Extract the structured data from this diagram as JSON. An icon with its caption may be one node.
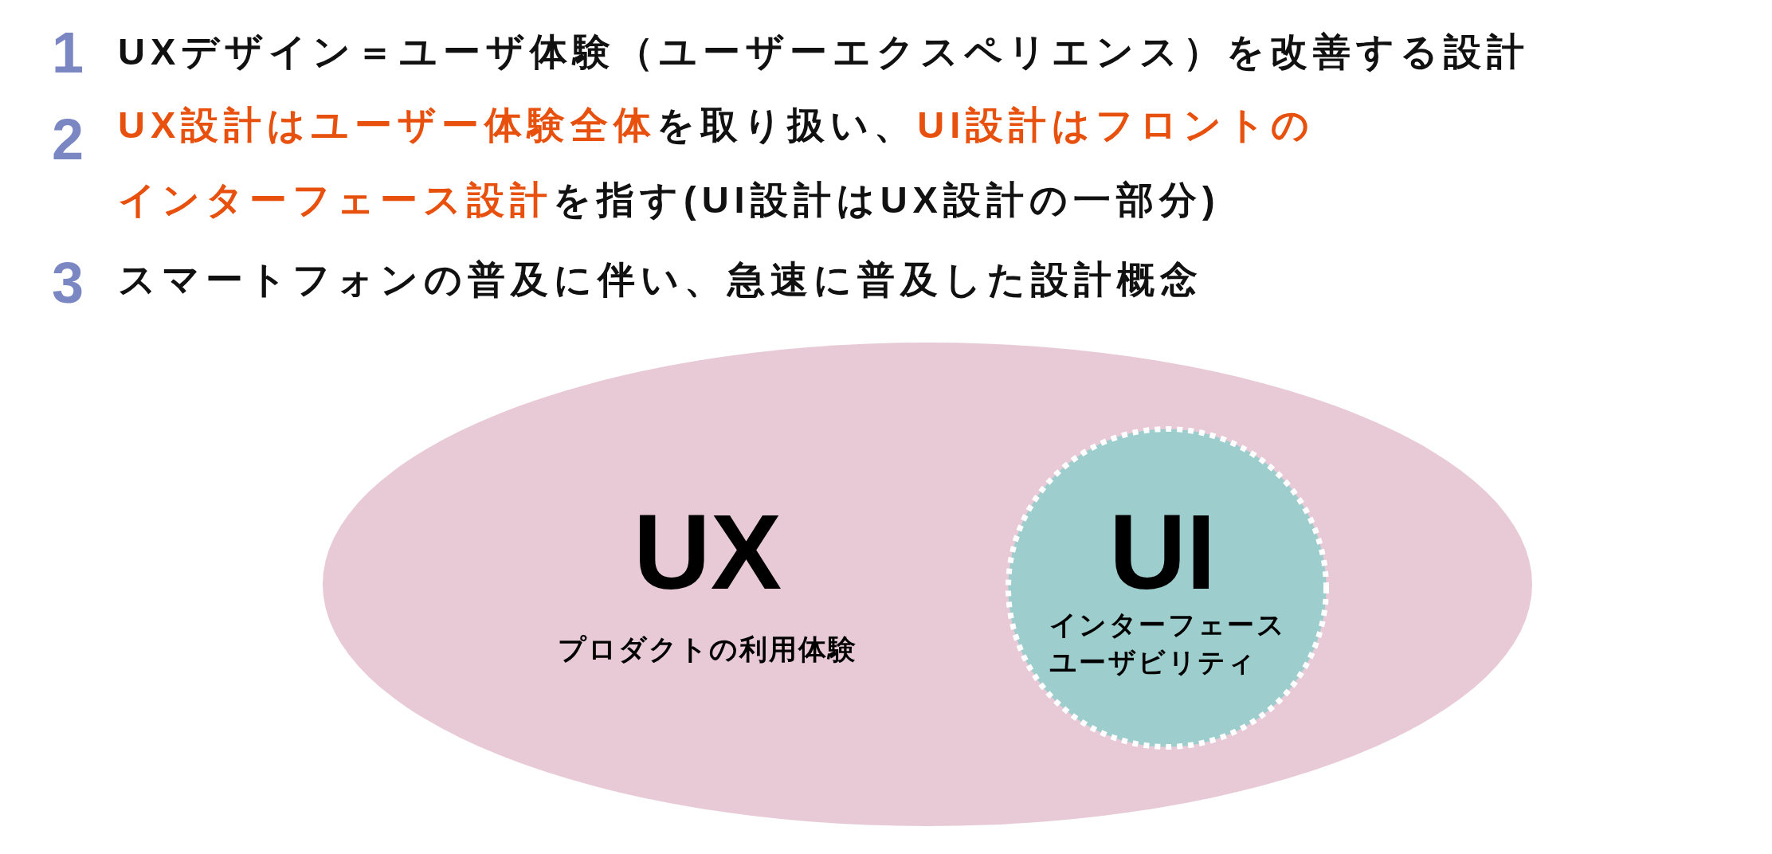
{
  "diagram": {
    "nodes": [
      {
        "text": [
          "UX",
          "プロダクトの利用体験"
        ]
      },
      {
        "text": [
          "UI",
          "インターフェースユーザビリティ"
        ],
        "in": 0
      }
    ],
    "labels": [
      "1",
      "UXデザイン＝ユーザ体験（ユーザーエクスペリエンス）を改善する設計",
      "2",
      "**UX設計はユーザー体験全体**を取り扱い、**UI設計はフロントのインターフェース設計**を指す(UI設計はUX設計の一部分)",
      "3",
      "スマートフォンの普及に伴い、急速に普及した設計概念"
    ]
  }
}
